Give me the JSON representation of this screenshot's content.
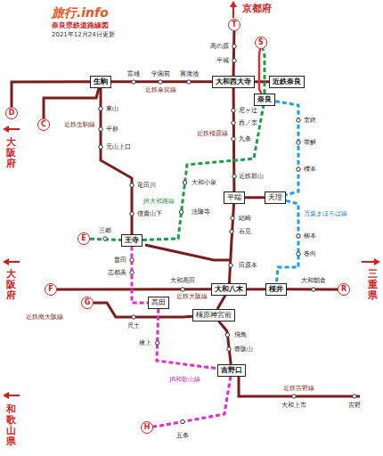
{
  "diagram": {
    "title": "奈良県鉄道路線図",
    "nodes": [
      {
        "text": [
          "T"
        ]
      },
      {
        "text": [
          "S"
        ]
      },
      {
        "text": [
          "生駒"
        ]
      },
      {
        "text": [
          "大和西大寺"
        ]
      },
      {
        "text": [
          "近鉄奈良"
        ]
      },
      {
        "text": [
          "奈良"
        ]
      },
      {
        "text": [
          "D"
        ]
      },
      {
        "text": [
          "C"
        ]
      },
      {
        "text": [
          "平端"
        ]
      },
      {
        "text": [
          "天理"
        ]
      },
      {
        "text": [
          "E"
        ]
      },
      {
        "text": [
          "王寺"
        ]
      },
      {
        "text": [
          "F"
        ]
      },
      {
        "text": [
          "大和八木"
        ]
      },
      {
        "text": [
          "桜井"
        ]
      },
      {
        "text": [
          "R"
        ]
      },
      {
        "text": [
          "G"
        ]
      },
      {
        "text": [
          "高田"
        ]
      },
      {
        "text": [
          "橿原神宮前"
        ]
      },
      {
        "text": [
          "吉野口"
        ]
      },
      {
        "text": [
          "H"
        ]
      }
    ],
    "edges": [
      {
        "from": 0,
        "to": 3,
        "arrow": "none"
      },
      {
        "from": 2,
        "to": 3,
        "arrow": "none"
      },
      {
        "from": 3,
        "to": 4,
        "arrow": "none"
      },
      {
        "from": 6,
        "to": 2,
        "arrow": "none"
      },
      {
        "from": 7,
        "to": 2,
        "arrow": "none"
      },
      {
        "from": 2,
        "to": 11,
        "arrow": "none"
      },
      {
        "from": 3,
        "to": 8,
        "arrow": "none"
      },
      {
        "from": 8,
        "to": 9,
        "arrow": "none"
      },
      {
        "from": 8,
        "to": 13,
        "arrow": "none"
      },
      {
        "from": 12,
        "to": 13,
        "arrow": "none"
      },
      {
        "from": 13,
        "to": 14,
        "arrow": "none"
      },
      {
        "from": 14,
        "to": 15,
        "arrow": "none"
      },
      {
        "from": 13,
        "to": 18,
        "arrow": "none"
      },
      {
        "from": 18,
        "to": 19,
        "arrow": "none"
      },
      {
        "from": 16,
        "to": 18,
        "arrow": "none"
      },
      {
        "from": 10,
        "to": 11,
        "arrow": "none"
      },
      {
        "from": 11,
        "to": 5,
        "arrow": "none"
      },
      {
        "from": 5,
        "to": 1,
        "arrow": "none"
      },
      {
        "from": 5,
        "to": 1,
        "arrow": "none"
      },
      {
        "from": 5,
        "to": 9,
        "arrow": "none"
      },
      {
        "from": 9,
        "to": 14,
        "arrow": "none"
      },
      {
        "from": 11,
        "to": 17,
        "arrow": "none"
      },
      {
        "from": 17,
        "to": 19,
        "arrow": "none"
      },
      {
        "from": 19,
        "to": 20,
        "arrow": "none"
      }
    ],
    "labels": [
      "旅行.info",
      "2021年12月24日更新",
      "京都府",
      "大阪府",
      "大阪府",
      "三重県",
      "和歌山県",
      "高の原",
      "平城",
      "富雄",
      "学園前",
      "菖蒲池",
      "近鉄奈良線",
      "尼ヶ辻",
      "西ノ京",
      "九条",
      "近鉄橿原線",
      "近鉄郡山",
      "結崎",
      "石見",
      "田原本",
      "京終",
      "帯解",
      "櫟本",
      "万葉まほろば線",
      "柳本",
      "巻向",
      "東山",
      "平群",
      "元山上口",
      "近鉄生駒線",
      "竜田川",
      "信貴山下",
      "JR大和路線",
      "大和小泉",
      "法隆寺",
      "三郷",
      "畠田",
      "志都美",
      "大和高田",
      "近鉄大阪線",
      "大和朝倉",
      "尺土",
      "近鉄南大阪線",
      "掖上",
      "JR和歌山線",
      "飛鳥",
      "壺阪山",
      "近鉄吉野線",
      "大和上市",
      "吉野",
      "五条"
    ]
  }
}
